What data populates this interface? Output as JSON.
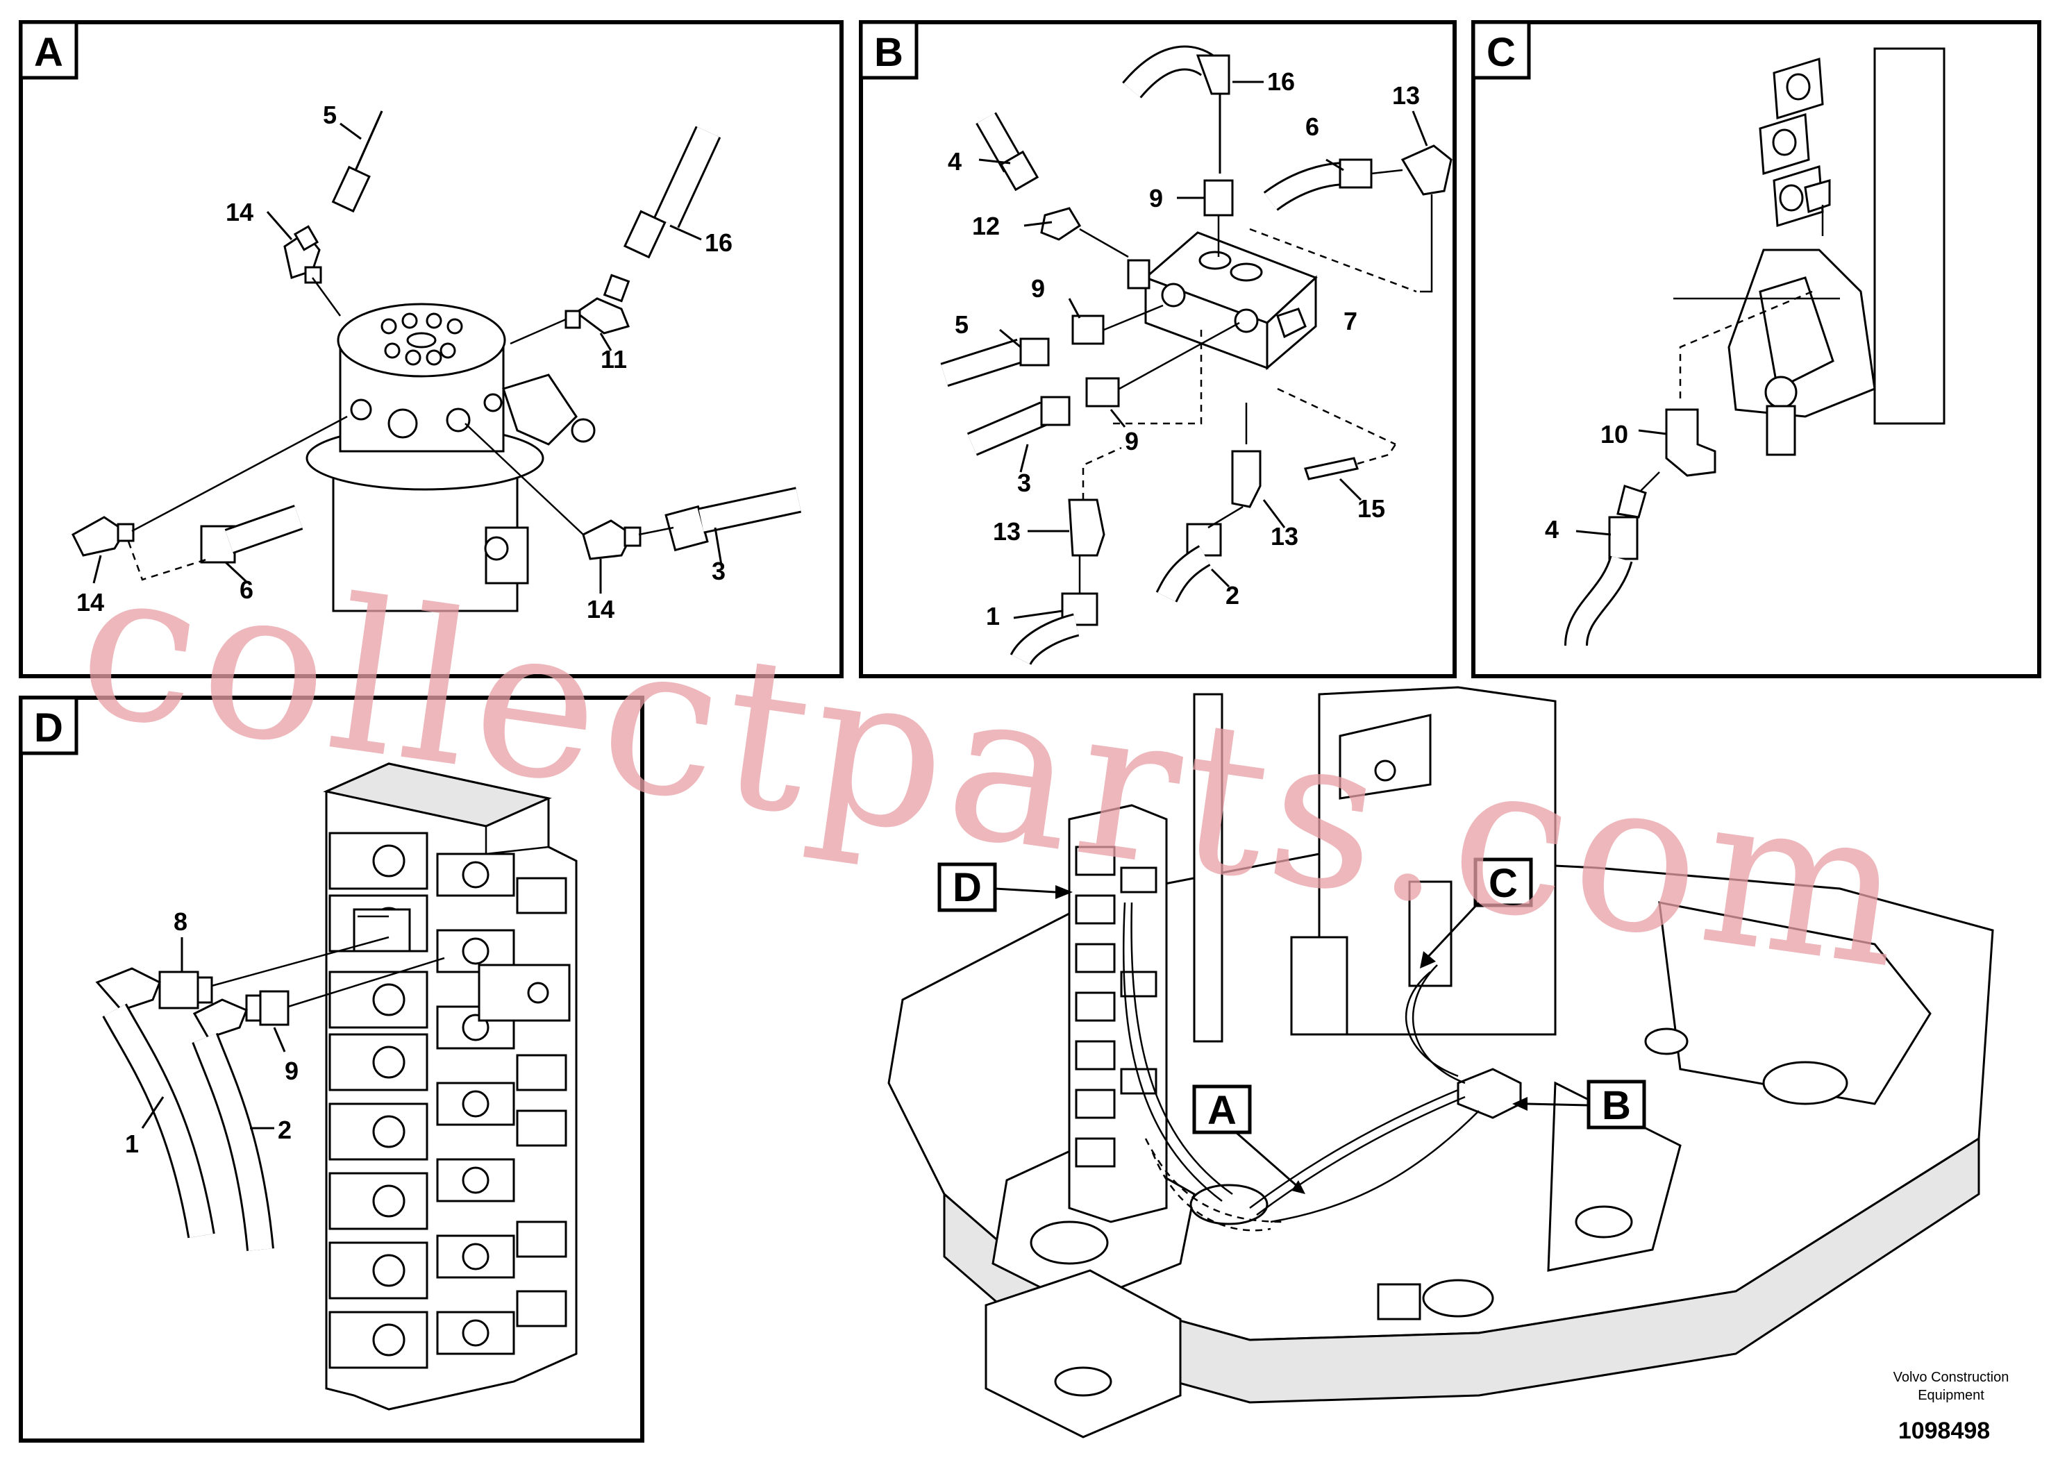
{
  "panels": {
    "A": {
      "label": "A",
      "callouts": [
        "5",
        "14",
        "16",
        "11",
        "14",
        "6",
        "14",
        "3"
      ]
    },
    "B": {
      "label": "B",
      "callouts": [
        "16",
        "13",
        "4",
        "6",
        "9",
        "12",
        "9",
        "7",
        "5",
        "9",
        "3",
        "13",
        "13",
        "15",
        "1",
        "2"
      ]
    },
    "C": {
      "label": "C",
      "callouts": [
        "10",
        "4"
      ]
    },
    "D": {
      "label": "D",
      "callouts": [
        "8",
        "9",
        "1",
        "2"
      ]
    }
  },
  "overview": {
    "pointers": [
      "D",
      "C",
      "A",
      "B"
    ]
  },
  "footer": {
    "company_line1": "Volvo Construction",
    "company_line2": "Equipment",
    "drawing_number": "1098498"
  },
  "watermark": "collectparts.com"
}
